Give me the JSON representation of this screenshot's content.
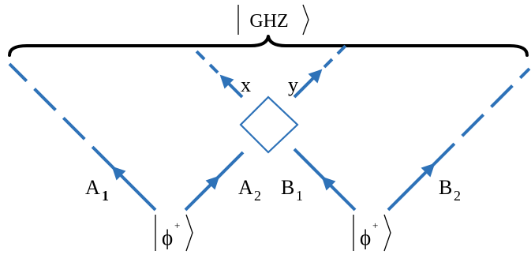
{
  "diagram": {
    "top_state": {
      "text": "GHZ"
    },
    "sources": [
      {
        "text": "ϕ",
        "sup": "+"
      },
      {
        "text": "ϕ",
        "sup": "+"
      }
    ],
    "modes": {
      "A1": {
        "base": "A",
        "sub": "1"
      },
      "A2": {
        "base": "A",
        "sub": "2"
      },
      "B1": {
        "base": "B",
        "sub": "1"
      },
      "B2": {
        "base": "B",
        "sub": "2"
      },
      "x": "x",
      "y": "y"
    }
  },
  "colors": {
    "beam": "#2e72b8",
    "ink": "#000000"
  }
}
